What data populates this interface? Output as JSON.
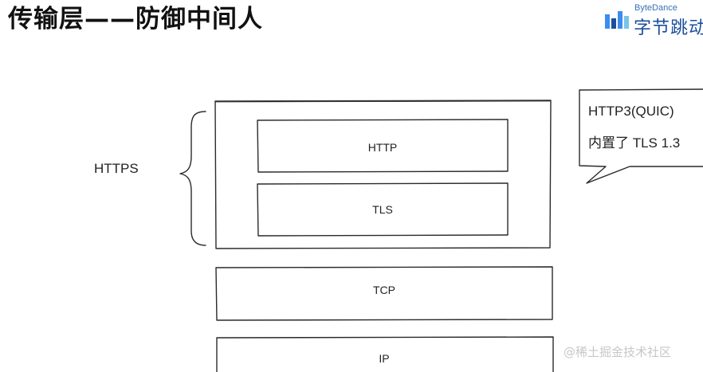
{
  "header": {
    "title": "传输层——防御中间人",
    "logo_en": "ByteDance",
    "logo_cn": "字节跳动"
  },
  "diagram": {
    "https_label": "HTTPS",
    "layers": {
      "http": "HTTP",
      "tls": "TLS",
      "tcp": "TCP",
      "ip": "IP"
    },
    "callout": {
      "line1": "HTTP3(QUIC)",
      "line2": "内置了 TLS 1.3"
    }
  },
  "watermark": "@稀土掘金技术社区",
  "colors": {
    "logo_blue": "#1b4f9c",
    "stroke": "#2a2a2a",
    "watermark": "#c7c7c7"
  }
}
